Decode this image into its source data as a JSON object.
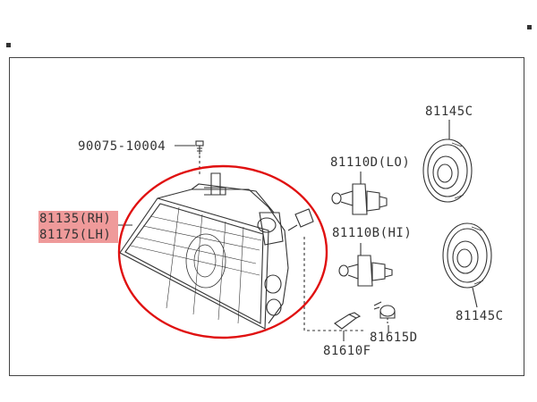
{
  "labels": {
    "bolt": "90075-10004",
    "headlamp_rh": "81135(RH)",
    "headlamp_lh": "81175(LH)",
    "bulb_lo": "81110D(LO)",
    "bulb_hi": "81110B(HI)",
    "cover_top": "81145C",
    "cover_bottom": "81145C",
    "socket": "81615D",
    "small_bulb": "81610F"
  },
  "colors": {
    "line": "#333333",
    "highlight": "#ef9a9a",
    "circle": "#e01010"
  }
}
